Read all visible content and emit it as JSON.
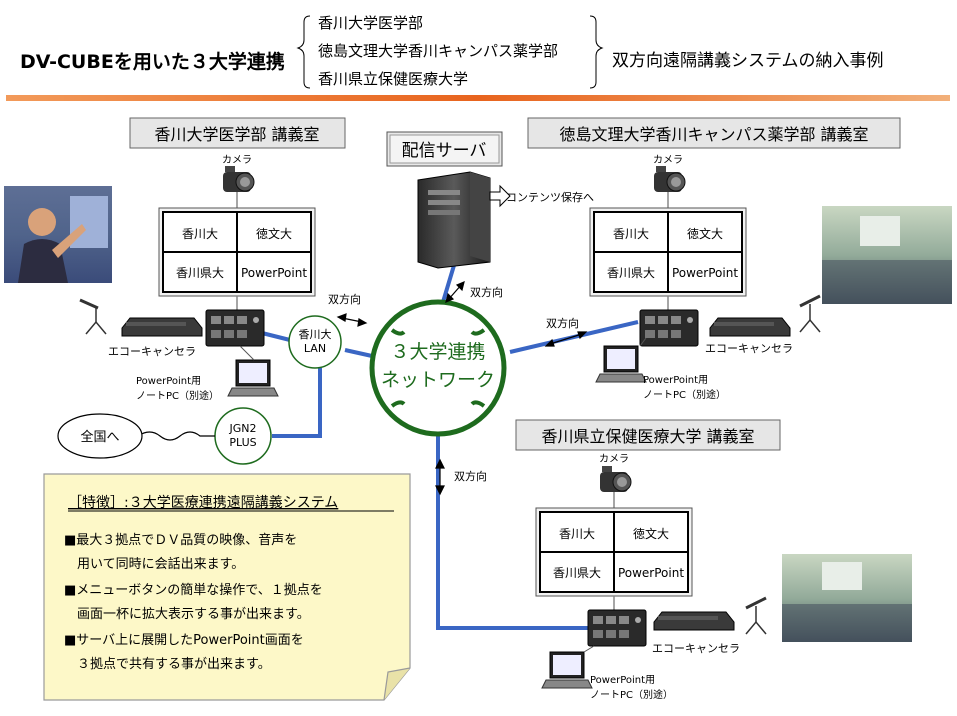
{
  "header": {
    "main_title": "DV-CUBEを用いた３大学連携",
    "universities": [
      "香川大学医学部",
      "徳島文理大学香川キャンパス薬学部",
      "香川県立保健医療大学"
    ],
    "right_title": "双方向遠隔講義システムの納入事例",
    "accent_color": "#e8641e"
  },
  "rooms": {
    "kagawa_med": "香川大学医学部 講義室",
    "tokushima": "徳島文理大学香川キャンパス薬学部 講義室",
    "kagawa_pref": "香川県立保健医療大学 講義室"
  },
  "labels": {
    "server": "配信サーバ",
    "camera": "カメラ",
    "echo_canceller": "エコーキャンセラ",
    "notebook_line1": "PowerPoint用",
    "notebook_line2": "ノートPC（別途）",
    "bidirectional": "双方向",
    "contents_save": "コンテンツ保存へ",
    "lan_line1": "香川大",
    "lan_line2": "LAN",
    "jgn_line1": "JGN2",
    "jgn_line2": "PLUS",
    "nationwide": "全国へ",
    "network_line1": "３大学連携",
    "network_line2": "ネットワーク"
  },
  "screen_cells": [
    "香川大",
    "徳文大",
    "香川県大",
    "PowerPoint"
  ],
  "features": {
    "title": "［特徴］:３大学医療連携遠隔講義システム",
    "lines": [
      "■最大３拠点でＤＶ品質の映像、音声を",
      "　用いて同時に会話出来ます。",
      "■メニューボタンの簡単な操作で、１拠点を",
      "　画面一杯に拡大表示する事が出来ます。",
      "■サーバ上に展開したPowerPoint画面を",
      "　３拠点で共有する事が出来ます。"
    ]
  },
  "colors": {
    "link_blue": "#3a66c4",
    "network_green": "#1e6b1e",
    "note_fill": "#fdf8c8"
  }
}
